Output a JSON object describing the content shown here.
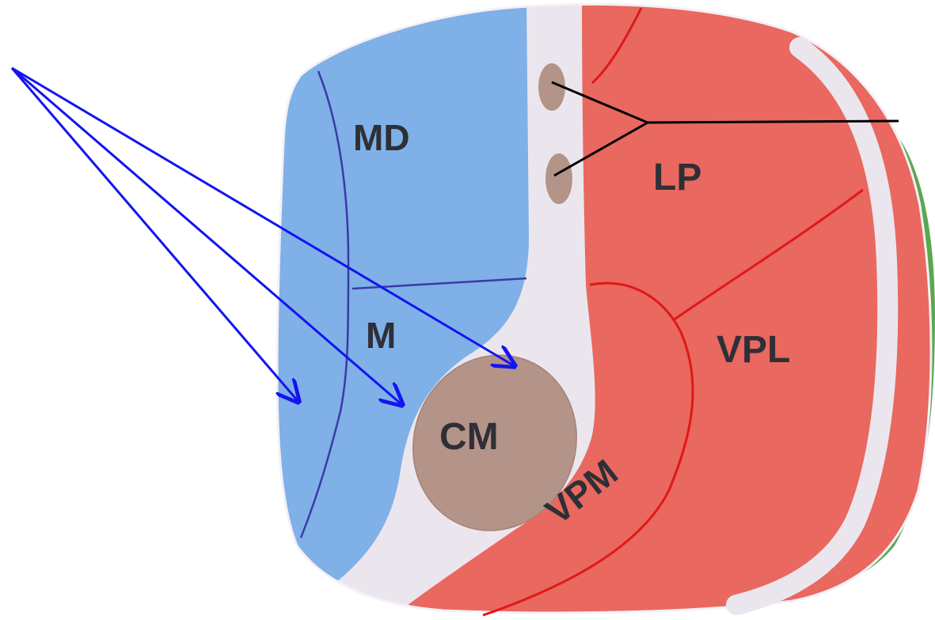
{
  "labels": {
    "md": "MD",
    "m": "M",
    "cm": "CM",
    "lp": "LP",
    "vpl": "VPL",
    "vpm": "VPM"
  },
  "colors": {
    "medial_blue": "#7fb0e8",
    "lateral_red": "#e9685f",
    "lamina_white": "#ebe6ee",
    "nucleus_brown": "#b49488",
    "reticular_green": "#5aa84e",
    "blue_border": "#3a3aa8",
    "red_border": "#e01818",
    "pointer_arrow": "#1414f0",
    "leader_line": "#000000"
  },
  "icons": {
    "pointer": "arrow-icon"
  }
}
